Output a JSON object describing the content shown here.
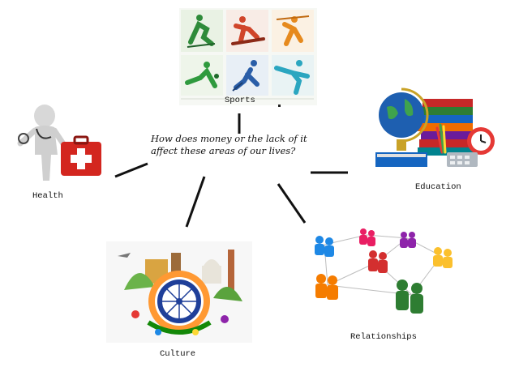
{
  "center": {
    "question_line1": "How does money or the lack of it",
    "question_line2": "affect these areas of our lives?"
  },
  "nodes": {
    "sports": "Sports",
    "health": "Health",
    "education": "Education",
    "culture": "Culture",
    "relationships": "Relationships"
  },
  "icons": {
    "sports": "sports-pictograms-icon",
    "health": "doctor-figure-with-first-aid-kit-icon",
    "education": "globe-and-books-icon",
    "culture": "india-landmarks-collage-icon",
    "relationships": "people-network-icon"
  }
}
